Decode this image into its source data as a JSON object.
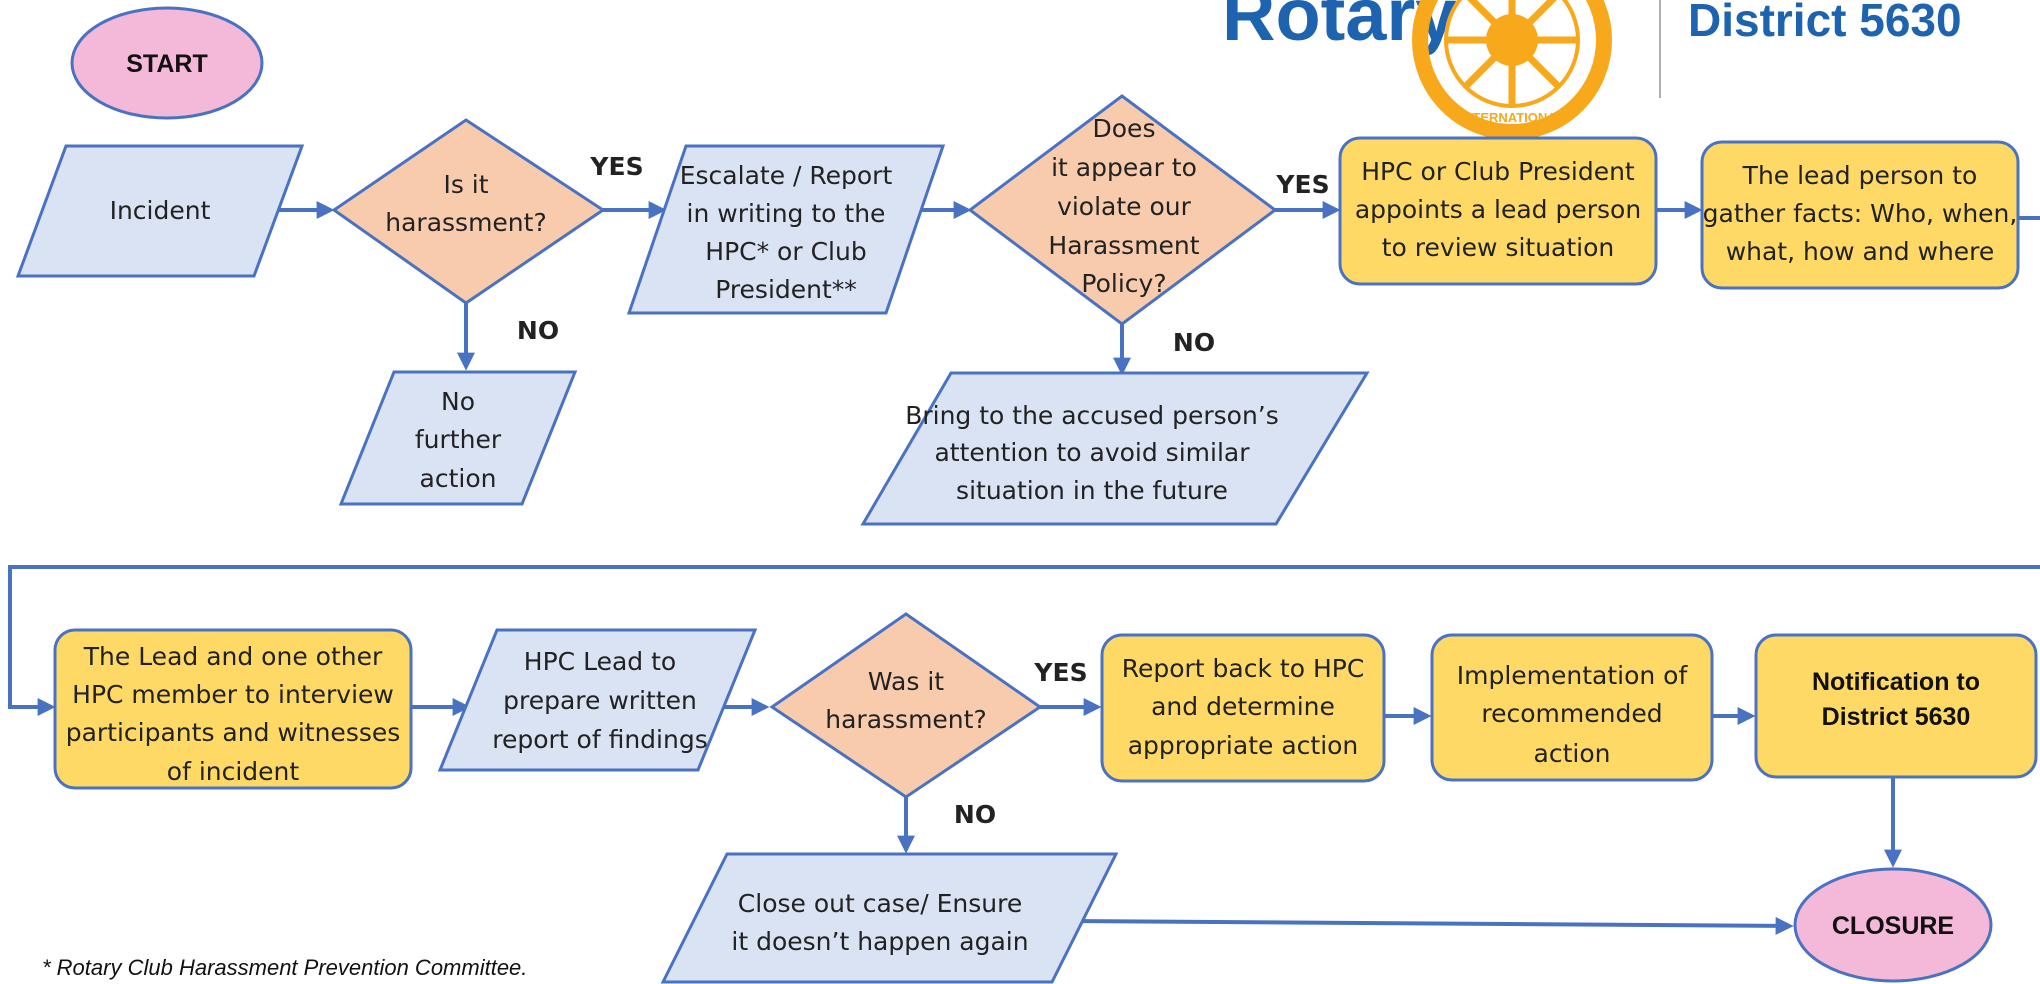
{
  "logo": {
    "brand": "Rotary",
    "seal_text": "INTERNATIONAL",
    "district": "District 5630"
  },
  "nodes": {
    "start": "START",
    "incident": "Incident",
    "is_harassment": [
      "Is it",
      "harassment?"
    ],
    "no_further_action": [
      "No",
      "further",
      "action"
    ],
    "escalate": [
      "Escalate / Report",
      "in writing to the",
      "HPC* or Club",
      "President**"
    ],
    "violate_policy": [
      "Does",
      "it appear to",
      "violate our",
      "Harassment",
      "Policy?"
    ],
    "bring_attention": [
      "Bring to the accused person’s",
      "attention to avoid similar",
      "situation in the future"
    ],
    "appoint_lead": [
      "HPC or Club President",
      "appoints a lead person",
      "to review situation"
    ],
    "gather_facts": [
      "The lead person to",
      "gather facts: Who, when,",
      "what, how and where"
    ],
    "interview": [
      "The Lead and one other",
      "HPC member to interview",
      "participants and witnesses",
      "of incident"
    ],
    "prepare_report": [
      "HPC Lead to",
      "prepare written",
      "report of findings"
    ],
    "was_harassment": [
      "Was it",
      "harassment?"
    ],
    "report_back": [
      "Report back to HPC",
      "and determine",
      "appropriate action"
    ],
    "implementation": [
      "Implementation of",
      "recommended",
      "action"
    ],
    "notification": [
      "Notification to",
      "District 5630"
    ],
    "close_out": [
      "Close out case/ Ensure",
      "it doesn’t happen again"
    ],
    "closure": "CLOSURE"
  },
  "edge_labels": {
    "yes": "YES",
    "no": "NO"
  },
  "footnote": "* Rotary Club Harassment Prevention Committee.",
  "colors": {
    "parallelogram_fill": "#dae3f3",
    "decision_fill": "#f8cbad",
    "process_fill": "#ffd966",
    "terminal_fill": "#f4b8d8",
    "stroke": "#4a72c2",
    "brand_blue": "#1d63b0",
    "brand_gold": "#f7a81b"
  }
}
